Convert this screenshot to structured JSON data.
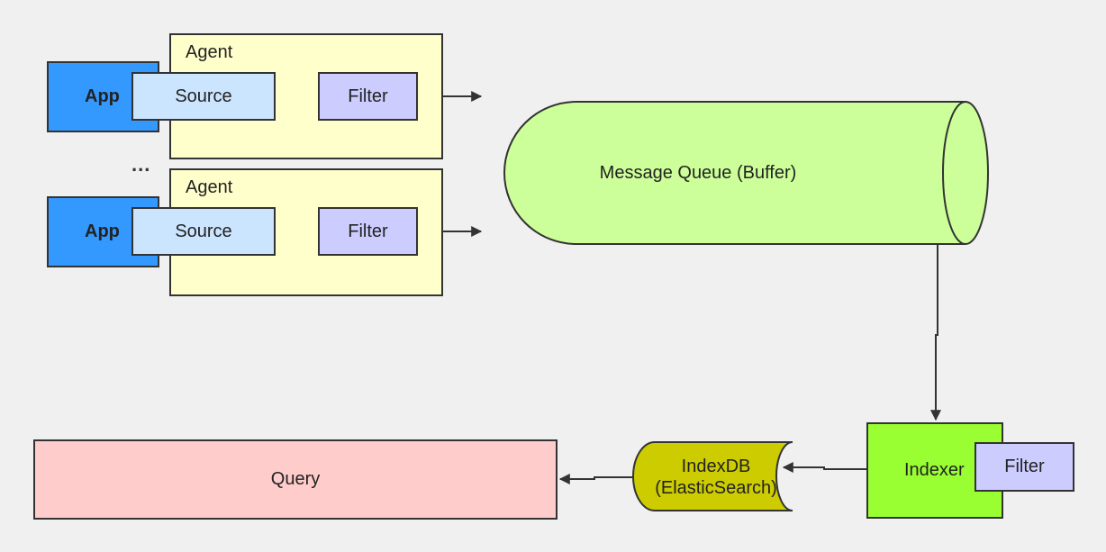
{
  "agent_top": {
    "title": "Agent",
    "app": "App",
    "source": "Source",
    "filter": "Filter"
  },
  "ellipsis": "...",
  "agent_bottom": {
    "title": "Agent",
    "app": "App",
    "source": "Source",
    "filter": "Filter"
  },
  "message_queue": {
    "label": "Message Queue (Buffer)"
  },
  "indexer": {
    "label": "Indexer",
    "filter": "Filter"
  },
  "indexdb": {
    "line1": "IndexDB",
    "line2": "(ElasticSearch)"
  },
  "query": {
    "label": "Query"
  },
  "colors": {
    "agent": "#ffffcc",
    "app": "#3399ff",
    "source": "#cce5ff",
    "filter": "#ccccff",
    "message_queue": "#ccff99",
    "indexer": "#99ff33",
    "indexdb": "#cccc00",
    "query": "#ffcccc"
  }
}
